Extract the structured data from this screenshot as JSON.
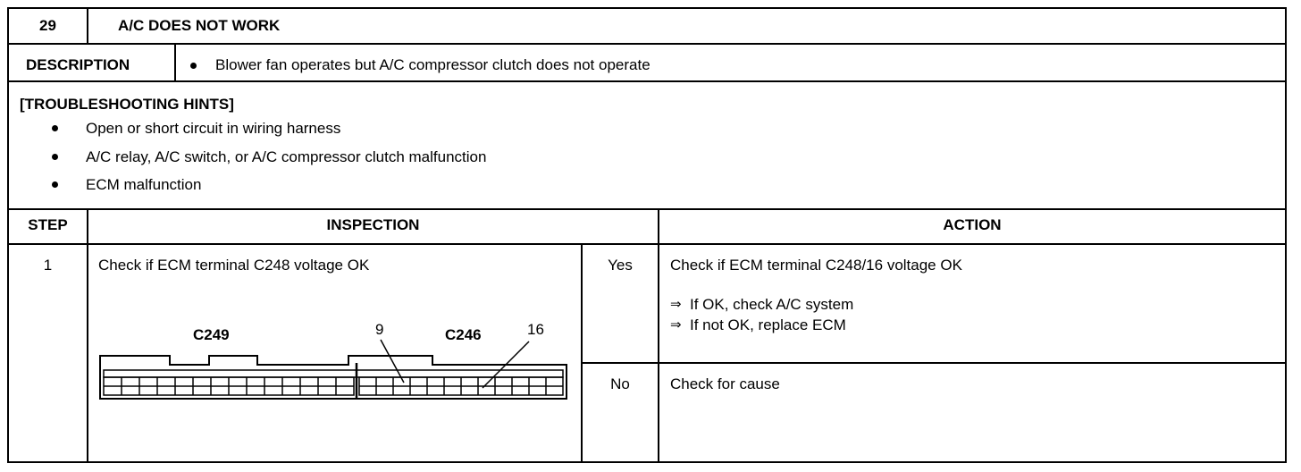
{
  "header": {
    "number": "29",
    "title": "A/C DOES NOT WORK"
  },
  "description": {
    "label": "DESCRIPTION",
    "text": "Blower fan operates but A/C compressor clutch does not operate"
  },
  "hints": {
    "heading": "[TROUBLESHOOTING HINTS]",
    "items": [
      "Open or short circuit in wiring harness",
      "A/C relay, A/C switch, or A/C compressor clutch malfunction",
      "ECM malfunction"
    ]
  },
  "table": {
    "col_step": "STEP",
    "col_inspection": "INSPECTION",
    "col_action": "ACTION",
    "rows": [
      {
        "step": "1",
        "inspection": "Check if ECM terminal C248 voltage OK",
        "yes_label": "Yes",
        "yes_action": "Check if ECM terminal C248/16 voltage OK",
        "yes_sub": [
          "If OK, check A/C system",
          "If not OK, replace ECM"
        ],
        "no_label": "No",
        "no_action": "Check for cause"
      }
    ]
  },
  "diagram": {
    "label_left": "C249",
    "label_right": "C246",
    "pin_a": "9",
    "pin_b": "16"
  }
}
